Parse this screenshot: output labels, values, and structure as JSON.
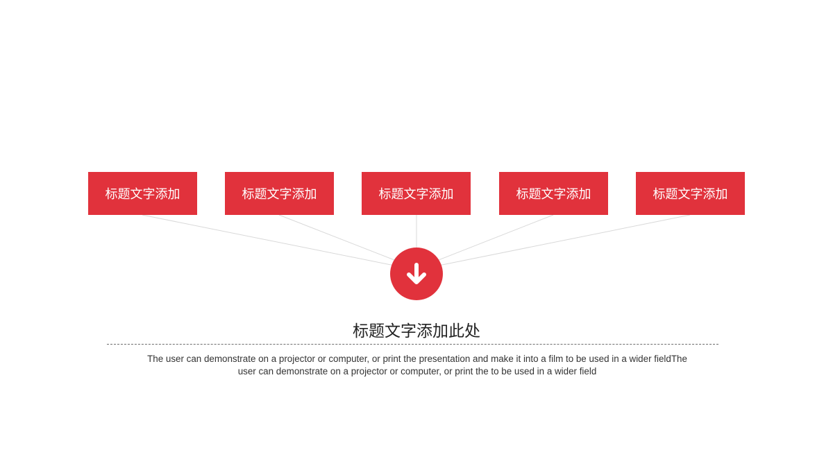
{
  "colors": {
    "accent": "#e1323c",
    "connector": "#d8d8d8",
    "background": "#ffffff",
    "title_text": "#222222",
    "body_text": "#333333"
  },
  "boxes": [
    {
      "label": "标题文字添加"
    },
    {
      "label": "标题文字添加"
    },
    {
      "label": "标题文字添加"
    },
    {
      "label": "标题文字添加"
    },
    {
      "label": "标题文字添加"
    }
  ],
  "hub": {
    "icon": "arrow-down-icon"
  },
  "main": {
    "title": "标题文字添加此处",
    "description_line1": "The user can demonstrate on a projector or computer, or print the presentation and make it into a film to be used in a wider fieldThe",
    "description_line2": "user can demonstrate on a projector or computer, or print the to be used in a wider field"
  }
}
